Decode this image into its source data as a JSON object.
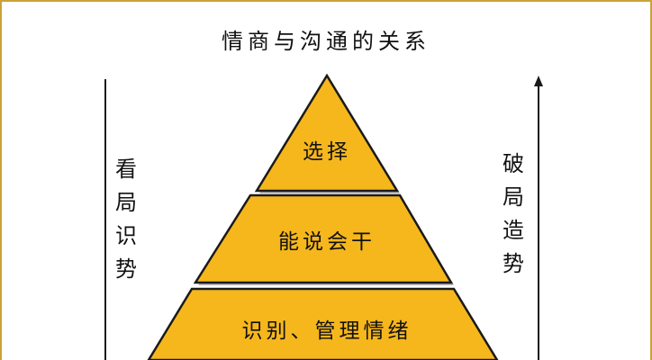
{
  "title": "情商与沟通的关系",
  "left_label": [
    "看",
    "局",
    "识",
    "势"
  ],
  "right_label": [
    "破",
    "局",
    "造",
    "势"
  ],
  "pyramid": {
    "tiers": [
      {
        "label": "选择"
      },
      {
        "label": "能说会干"
      },
      {
        "label": "识别、管理情绪"
      }
    ]
  },
  "colors": {
    "tier_fill": "#f6b71d",
    "outline": "#1a1a1a",
    "frame": "#c9a23a"
  }
}
